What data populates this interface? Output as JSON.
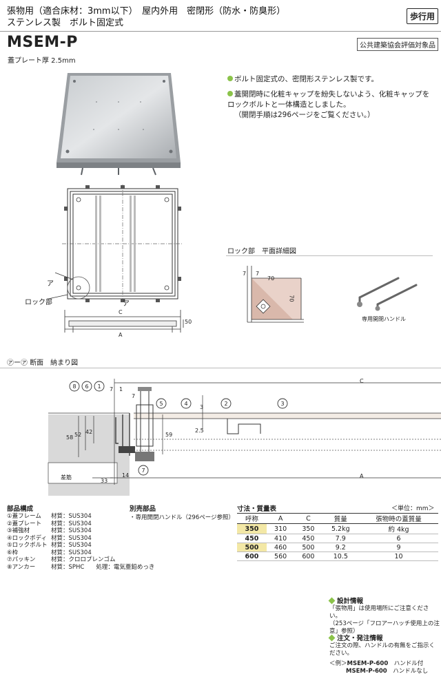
{
  "header": {
    "line1": "張物用（適合床材：3mm以下）　屋内外用　密閉形（防水・防臭形）",
    "line2": "ステンレス製　ボルト固定式",
    "badge": "歩行用",
    "model": "MSEM-P",
    "subtitle": "蓋プレート厚 2.5mm",
    "cert": "公共建築協会評価対象品"
  },
  "features": [
    {
      "text": "ボルト固定式の、密閉形ステンレス製です。"
    },
    {
      "text": "蓋開閉時に化粧キャップを紛失しないよう、化粧キャップをロックボルトと一体構造としました。",
      "note": "（開閉手順は296ページをご覧ください。）"
    }
  ],
  "plan": {
    "label_lock": "ロック部",
    "mark_a": "ア",
    "dim_c": "C",
    "dim_a": "A",
    "dim_50": "50"
  },
  "lock_detail": {
    "title": "ロック部　平面詳細図",
    "d7a": "7",
    "d7b": "7",
    "d70a": "70",
    "d70b": "70"
  },
  "handle": {
    "caption": "専用開閉ハンドル"
  },
  "section": {
    "title": "㋐ー㋐ 断面　納まり図",
    "dims": {
      "c": "C",
      "a": "A",
      "d7a": "7",
      "d1": "1",
      "d7b": "7",
      "d3": "3",
      "d25": "2.5",
      "d58": "58",
      "d52": "52",
      "d42": "42",
      "d59": "59",
      "d33": "33",
      "d14": "14"
    },
    "labels": {
      "rebar": "差筋"
    },
    "callouts": [
      "8",
      "6",
      "1",
      "5",
      "4",
      "2",
      "3",
      "7"
    ]
  },
  "parts": {
    "title": "部品構成",
    "rows": [
      {
        "name": "①蓋フレーム",
        "mat": "材質：SUS304"
      },
      {
        "name": "②蓋プレート",
        "mat": "材質：SUS304"
      },
      {
        "name": "③補強材",
        "mat": "材質：SUS304"
      },
      {
        "name": "④ロックボディ",
        "mat": "材質：SUS304"
      },
      {
        "name": "⑤ロックボルト",
        "mat": "材質：SUS304"
      },
      {
        "name": "⑥枠",
        "mat": "材質：SUS304"
      },
      {
        "name": "⑦パッキン",
        "mat": "材質：クロロプレンゴム"
      },
      {
        "name": "⑧アンカー",
        "mat": "材質：SPHC　　処理：電気亜鉛めっき"
      }
    ]
  },
  "sold_separately": {
    "title": "別売部品",
    "item": "・専用開閉ハンドル（296ページ参照）"
  },
  "spec": {
    "title": "寸法・質量表",
    "unit": "＜単位：mm＞",
    "headers": [
      "呼称",
      "A",
      "C",
      "質量",
      "張物時の蓋質量"
    ],
    "rows": [
      [
        "350",
        "310",
        "350",
        "5.2kg",
        "約 4kg"
      ],
      [
        "450",
        "410",
        "450",
        "7.9",
        "6"
      ],
      [
        "500",
        "460",
        "500",
        "9.2",
        "9"
      ],
      [
        "600",
        "560",
        "600",
        "10.5",
        "10"
      ]
    ]
  },
  "design_info": {
    "title": "設計情報",
    "text1": "「張物用」は使用場所にご注意ください。",
    "text2": "（253ページ「フロアーハッチ使用上の注意」参照）"
  },
  "order_info": {
    "title": "注文・発注情報",
    "text": "ご注文の際、ハンドルの有無をご指示ください。",
    "ex_label": "＜例＞",
    "ex1_code": "MSEM-P-600",
    "ex1_desc": "ハンドル付",
    "ex2_code": "MSEM-P-600",
    "ex2_desc": "ハンドルなし"
  },
  "colors": {
    "accent_green": "#8bc34a",
    "highlight_yellow": "#f3e8a6",
    "concrete": "#d9d9d9",
    "lock_fill": "#e9d2c9"
  }
}
